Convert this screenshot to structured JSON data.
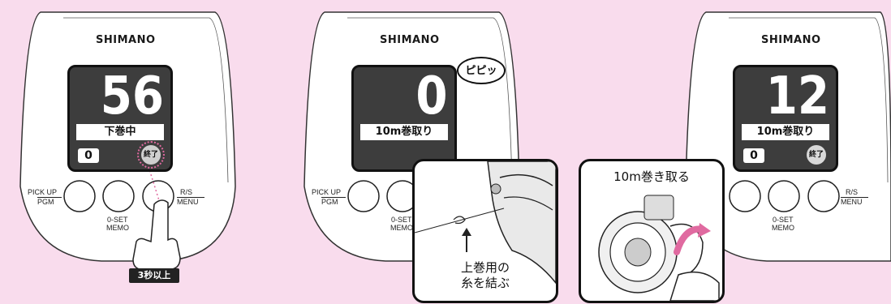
{
  "brand": "SHIMANO",
  "panels": [
    {
      "count": "56",
      "status": "下巻中",
      "zero": "0",
      "end": "終了",
      "duration_badge": "3秒以上"
    },
    {
      "count": "0",
      "status": "10m巻取り",
      "beep": "ピピッ"
    },
    {
      "count": "12",
      "status": "10m巻取り",
      "zero": "0",
      "end": "終了"
    }
  ],
  "buttons": {
    "pickup": "PICK UP",
    "pgm": "PGM",
    "oset": "0-SET",
    "memo": "MEMO",
    "rs": "R/S",
    "menu": "MENU"
  },
  "insets": {
    "line_caption_line1": "上巻用の",
    "line_caption_line2": "糸を結ぶ",
    "wind_caption": "10m巻き取る"
  },
  "colors": {
    "background": "#f9dced",
    "display": "#3d3d3d",
    "accent": "#e06aa0"
  }
}
